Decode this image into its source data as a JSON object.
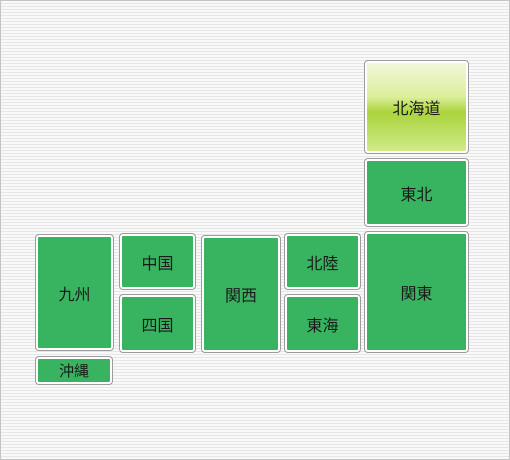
{
  "regions": {
    "hokkaido": "北海道",
    "tohoku": "東北",
    "kanto": "関東",
    "hokuriku": "北陸",
    "tokai": "東海",
    "kansai": "関西",
    "chugoku": "中国",
    "shikoku": "四国",
    "kyushu": "九州",
    "okinawa": "沖縄"
  },
  "colors": {
    "region_fill": "#38b360",
    "active_region": "hokkaido",
    "active_gradient": [
      "#f1f8d9",
      "#dcef9c",
      "#abd43c",
      "#d0ea88"
    ]
  }
}
